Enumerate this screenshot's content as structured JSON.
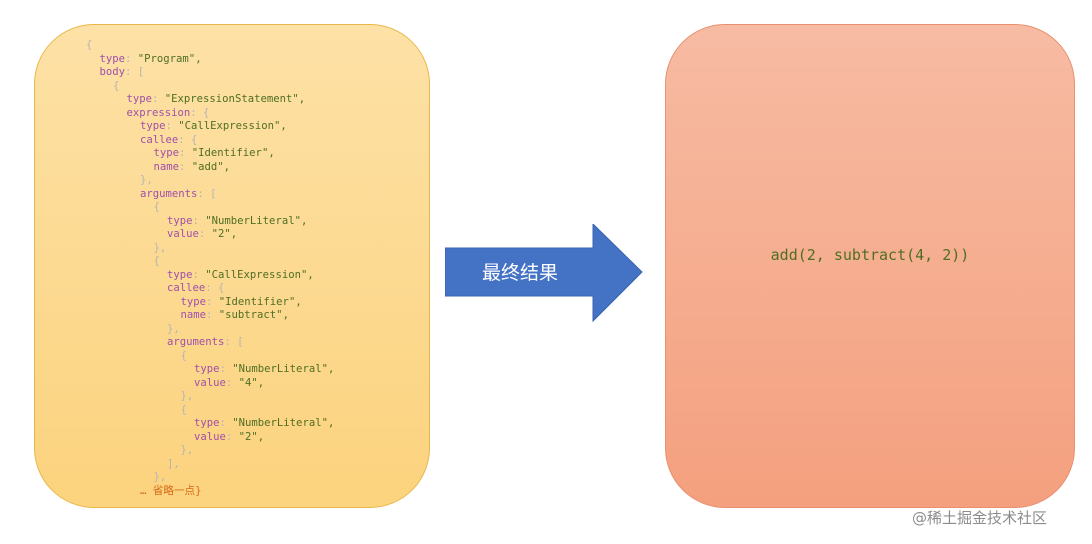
{
  "ast_lines": [
    {
      "indent": 0,
      "parts": [
        {
          "t": "{",
          "c": "p"
        }
      ]
    },
    {
      "indent": 1,
      "parts": [
        {
          "t": "type",
          "c": "k"
        },
        {
          "t": ": ",
          "c": "p"
        },
        {
          "t": "\"Program\"",
          "c": "s"
        },
        {
          "t": ",",
          "c": "s"
        }
      ]
    },
    {
      "indent": 1,
      "parts": [
        {
          "t": "body",
          "c": "k"
        },
        {
          "t": ": [",
          "c": "p"
        }
      ]
    },
    {
      "indent": 2,
      "parts": [
        {
          "t": "{",
          "c": "p"
        }
      ]
    },
    {
      "indent": 3,
      "parts": [
        {
          "t": "type",
          "c": "k"
        },
        {
          "t": ": ",
          "c": "p"
        },
        {
          "t": "\"ExpressionStatement\"",
          "c": "s"
        },
        {
          "t": ",",
          "c": "s"
        }
      ]
    },
    {
      "indent": 3,
      "parts": [
        {
          "t": "expression",
          "c": "k"
        },
        {
          "t": ": {",
          "c": "p"
        }
      ]
    },
    {
      "indent": 4,
      "parts": [
        {
          "t": "type",
          "c": "k"
        },
        {
          "t": ": ",
          "c": "p"
        },
        {
          "t": "\"CallExpression\"",
          "c": "s"
        },
        {
          "t": ",",
          "c": "s"
        }
      ]
    },
    {
      "indent": 4,
      "parts": [
        {
          "t": "callee",
          "c": "k"
        },
        {
          "t": ": {",
          "c": "p"
        }
      ]
    },
    {
      "indent": 5,
      "parts": [
        {
          "t": "type",
          "c": "k"
        },
        {
          "t": ": ",
          "c": "p"
        },
        {
          "t": "\"Identifier\"",
          "c": "s"
        },
        {
          "t": ",",
          "c": "s"
        }
      ]
    },
    {
      "indent": 5,
      "parts": [
        {
          "t": "name",
          "c": "k"
        },
        {
          "t": ": ",
          "c": "p"
        },
        {
          "t": "\"add\"",
          "c": "s"
        },
        {
          "t": ",",
          "c": "s"
        }
      ]
    },
    {
      "indent": 4,
      "parts": [
        {
          "t": "},",
          "c": "p"
        }
      ]
    },
    {
      "indent": 4,
      "parts": [
        {
          "t": "arguments",
          "c": "k"
        },
        {
          "t": ": [",
          "c": "p"
        }
      ]
    },
    {
      "indent": 5,
      "parts": [
        {
          "t": "{",
          "c": "p"
        }
      ]
    },
    {
      "indent": 6,
      "parts": [
        {
          "t": "type",
          "c": "k"
        },
        {
          "t": ": ",
          "c": "p"
        },
        {
          "t": "\"NumberLiteral\"",
          "c": "s"
        },
        {
          "t": ",",
          "c": "s"
        }
      ]
    },
    {
      "indent": 6,
      "parts": [
        {
          "t": "value",
          "c": "k"
        },
        {
          "t": ": ",
          "c": "p"
        },
        {
          "t": "\"2\"",
          "c": "s"
        },
        {
          "t": ",",
          "c": "s"
        }
      ]
    },
    {
      "indent": 5,
      "parts": [
        {
          "t": "},",
          "c": "p"
        }
      ]
    },
    {
      "indent": 5,
      "parts": [
        {
          "t": "{",
          "c": "p"
        }
      ]
    },
    {
      "indent": 6,
      "parts": [
        {
          "t": "type",
          "c": "k"
        },
        {
          "t": ": ",
          "c": "p"
        },
        {
          "t": "\"CallExpression\"",
          "c": "s"
        },
        {
          "t": ",",
          "c": "s"
        }
      ]
    },
    {
      "indent": 6,
      "parts": [
        {
          "t": "callee",
          "c": "k"
        },
        {
          "t": ": {",
          "c": "p"
        }
      ]
    },
    {
      "indent": 7,
      "parts": [
        {
          "t": "type",
          "c": "k"
        },
        {
          "t": ": ",
          "c": "p"
        },
        {
          "t": "\"Identifier\"",
          "c": "s"
        },
        {
          "t": ",",
          "c": "s"
        }
      ]
    },
    {
      "indent": 7,
      "parts": [
        {
          "t": "name",
          "c": "k"
        },
        {
          "t": ": ",
          "c": "p"
        },
        {
          "t": "\"subtract\"",
          "c": "s"
        },
        {
          "t": ",",
          "c": "s"
        }
      ]
    },
    {
      "indent": 6,
      "parts": [
        {
          "t": "},",
          "c": "p"
        }
      ]
    },
    {
      "indent": 6,
      "parts": [
        {
          "t": "arguments",
          "c": "k"
        },
        {
          "t": ": [",
          "c": "p"
        }
      ]
    },
    {
      "indent": 7,
      "parts": [
        {
          "t": "{",
          "c": "p"
        }
      ]
    },
    {
      "indent": 8,
      "parts": [
        {
          "t": "type",
          "c": "k"
        },
        {
          "t": ": ",
          "c": "p"
        },
        {
          "t": "\"NumberLiteral\"",
          "c": "s"
        },
        {
          "t": ",",
          "c": "s"
        }
      ]
    },
    {
      "indent": 8,
      "parts": [
        {
          "t": "value",
          "c": "k"
        },
        {
          "t": ": ",
          "c": "p"
        },
        {
          "t": "\"4\"",
          "c": "s"
        },
        {
          "t": ",",
          "c": "s"
        }
      ]
    },
    {
      "indent": 7,
      "parts": [
        {
          "t": "},",
          "c": "p"
        }
      ]
    },
    {
      "indent": 7,
      "parts": [
        {
          "t": "{",
          "c": "p"
        }
      ]
    },
    {
      "indent": 8,
      "parts": [
        {
          "t": "type",
          "c": "k"
        },
        {
          "t": ": ",
          "c": "p"
        },
        {
          "t": "\"NumberLiteral\"",
          "c": "s"
        },
        {
          "t": ",",
          "c": "s"
        }
      ]
    },
    {
      "indent": 8,
      "parts": [
        {
          "t": "value",
          "c": "k"
        },
        {
          "t": ": ",
          "c": "p"
        },
        {
          "t": "\"2\"",
          "c": "s"
        },
        {
          "t": ",",
          "c": "s"
        }
      ]
    },
    {
      "indent": 7,
      "parts": [
        {
          "t": "},",
          "c": "p"
        }
      ]
    },
    {
      "indent": 6,
      "parts": [
        {
          "t": "],",
          "c": "p"
        }
      ]
    },
    {
      "indent": 5,
      "parts": [
        {
          "t": "},",
          "c": "p"
        }
      ]
    },
    {
      "indent": 4,
      "parts": [
        {
          "t": "… 省略一点}",
          "c": "c"
        }
      ]
    }
  ],
  "arrow_label": "最终结果",
  "result_code": "add(2, subtract(4, 2))",
  "watermark": "@稀土掘金技术社区",
  "colors": {
    "left_box": "#fcd37e",
    "right_box": "#f4a07e",
    "arrow": "#4472c4",
    "key": "#a04faa",
    "string": "#4f6e23",
    "punct": "#b5b5b5",
    "comment": "#d56a1a"
  }
}
